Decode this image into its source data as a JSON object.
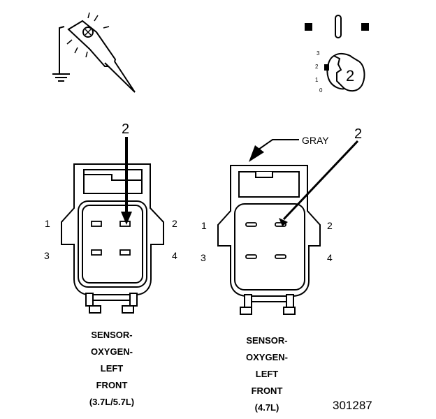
{
  "top_icons": {
    "probe_icon": "test-probe-icon",
    "meter_dial": {
      "dial_numbers": [
        "3",
        "2",
        "1",
        "0"
      ],
      "setting": "2"
    }
  },
  "left_connector": {
    "callout": "2",
    "pins": {
      "p1": "1",
      "p2": "2",
      "p3": "3",
      "p4": "4"
    },
    "caption": [
      "SENSOR-",
      "OXYGEN-",
      "LEFT",
      "FRONT",
      "(3.7L/5.7L)"
    ]
  },
  "right_connector": {
    "color_label": "GRAY",
    "callout": "2",
    "pins": {
      "p1": "1",
      "p2": "2",
      "p3": "3",
      "p4": "4"
    },
    "caption": [
      "SENSOR-",
      "OXYGEN-",
      "LEFT",
      "FRONT",
      "(4.7L)"
    ]
  },
  "figure_number": "301287"
}
